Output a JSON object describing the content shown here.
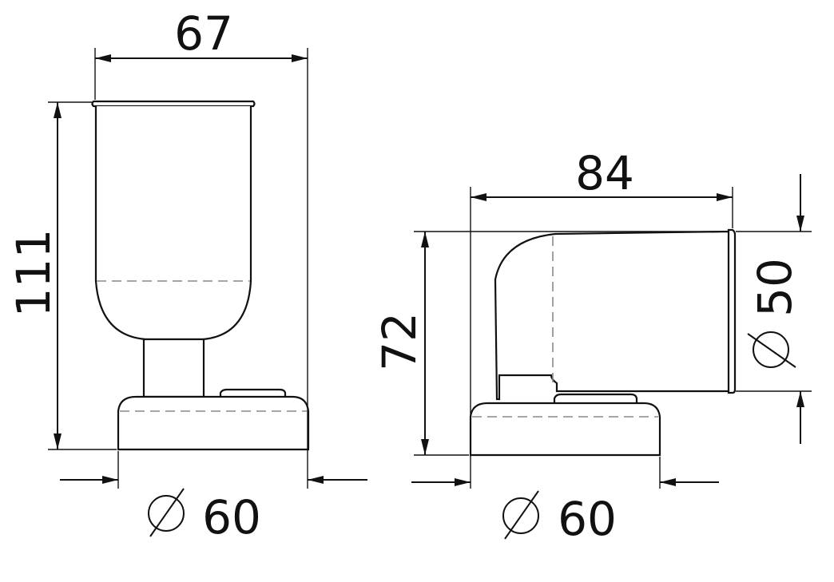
{
  "front_view": {
    "width_label": "67",
    "height_label": "111",
    "base_diameter_symbol": "⌀",
    "base_diameter_label": "60"
  },
  "side_view": {
    "length_label": "84",
    "height_label": "72",
    "cup_diameter_symbol": "⌀",
    "cup_diameter_label": "50",
    "base_diameter_symbol": "⌀",
    "base_diameter_label": "60"
  }
}
